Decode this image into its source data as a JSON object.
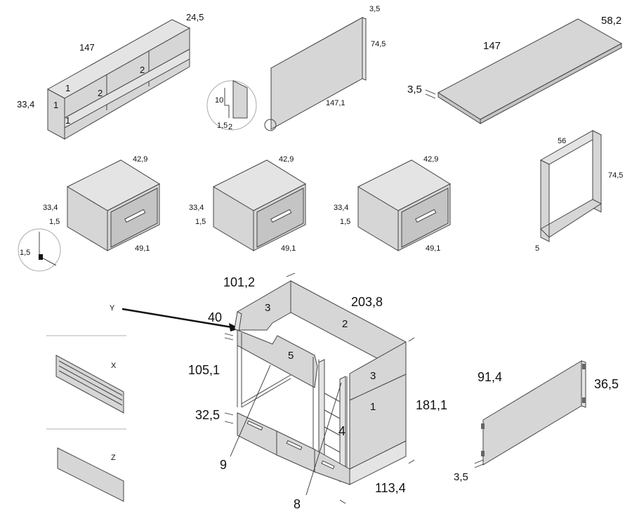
{
  "colors": {
    "panel": "#d6d6d6",
    "panel_light": "#e4e4e4",
    "panel_dark": "#c4c4c4",
    "outline": "#444444",
    "text": "#111111"
  },
  "shelf_unit": {
    "width": "147",
    "depth": "24,5",
    "height": "33,4",
    "parts": [
      "1",
      "1",
      "1",
      "2",
      "2"
    ]
  },
  "back_panel": {
    "thickness": "3,5",
    "height": "74,5",
    "width": "147,1",
    "detail_a": "10",
    "detail_b": "1,5",
    "detail_c": "2"
  },
  "desk_top": {
    "width": "147",
    "depth": "58,2",
    "thickness": "3,5"
  },
  "desk_frame": {
    "width": "56",
    "height": "74,5",
    "profile": "5"
  },
  "drawer_units": [
    {
      "top": "42,9",
      "height": "33,4",
      "base": "1,5",
      "width": "49,1"
    },
    {
      "top": "42,9",
      "height": "33,4",
      "base": "1,5",
      "width": "49,1"
    },
    {
      "top": "42,9",
      "height": "33,4",
      "base": "1,5",
      "width": "49,1"
    }
  ],
  "foot_detail": {
    "label": "1,5"
  },
  "bunk_bed": {
    "width": "101,2",
    "rail": "40",
    "length": "203,8",
    "height_upper": "105,1",
    "height_lower": "32,5",
    "total_height": "181,1",
    "depth": "113,4",
    "parts": [
      "3",
      "2",
      "5",
      "3",
      "1",
      "4",
      "9",
      "8"
    ]
  },
  "options": {
    "y": "Y",
    "x": "X",
    "z": "Z"
  },
  "side_panel": {
    "length": "91,4",
    "height": "36,5",
    "thickness": "3,5"
  }
}
